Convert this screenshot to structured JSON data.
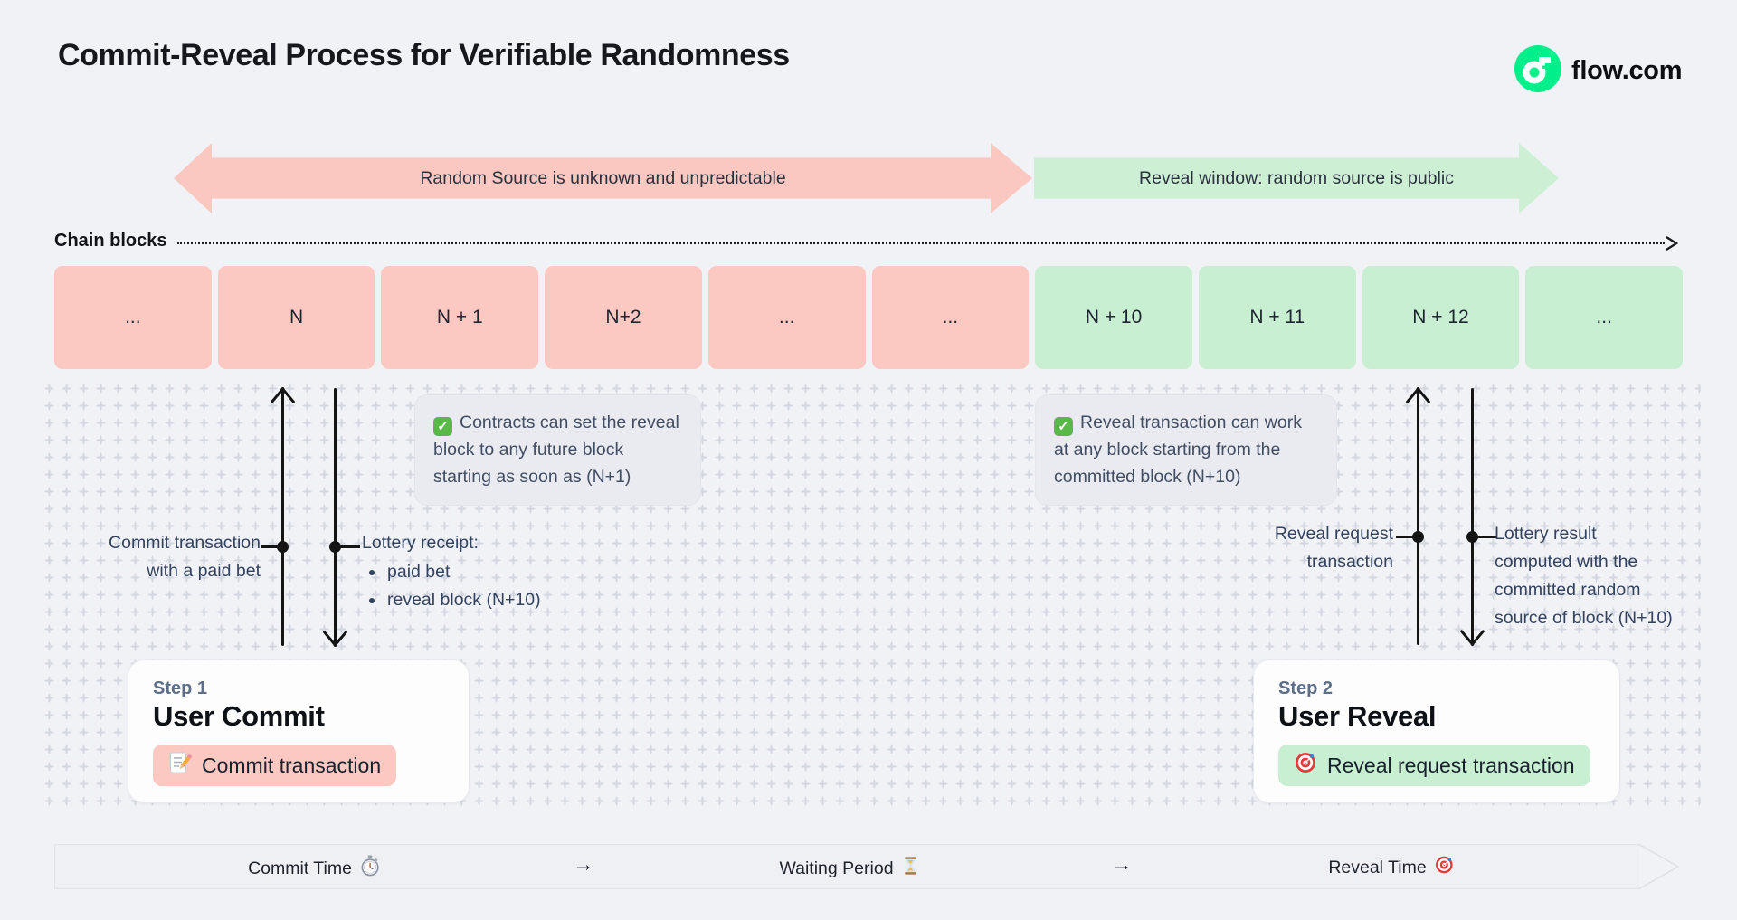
{
  "header": {
    "title": "Commit-Reveal Process for Verifiable Randomness",
    "brand": "flow.com"
  },
  "colors": {
    "brand_green": "#00ef8b",
    "commit_pink": "#fcc8c2",
    "reveal_green": "#c9efd2",
    "background": "#f1f2f6"
  },
  "bands": {
    "commit": {
      "label": "Random Source is unknown and unpredictable"
    },
    "reveal": {
      "label": "Reveal window: random source is public"
    }
  },
  "chain": {
    "label": "Chain blocks",
    "blocks": [
      {
        "label": "...",
        "phase": "commit"
      },
      {
        "label": "N",
        "phase": "commit"
      },
      {
        "label": "N + 1",
        "phase": "commit"
      },
      {
        "label": "N+2",
        "phase": "commit"
      },
      {
        "label": "...",
        "phase": "commit"
      },
      {
        "label": "...",
        "phase": "commit"
      },
      {
        "label": "N + 10",
        "phase": "reveal"
      },
      {
        "label": "N + 11",
        "phase": "reveal"
      },
      {
        "label": "N + 12",
        "phase": "reveal"
      },
      {
        "label": "...",
        "phase": "reveal"
      }
    ]
  },
  "notes": {
    "commit": {
      "icon": "check-icon",
      "text": "Contracts can set the reveal block to any future block starting as soon as (N+1)"
    },
    "reveal": {
      "icon": "check-icon",
      "text": "Reveal transaction can work at any block starting from the committed block (N+10)"
    }
  },
  "annotations": {
    "commit_tx": {
      "lines": [
        "Commit transaction",
        "with a paid bet"
      ]
    },
    "receipt": {
      "title": "Lottery receipt:",
      "bullets": [
        "paid bet",
        "reveal block (N+10)"
      ]
    },
    "reveal_req": {
      "lines": [
        "Reveal request",
        "transaction"
      ]
    },
    "result": {
      "lines": [
        "Lottery result",
        "computed with the",
        "committed random",
        "source of block (N+10)"
      ]
    }
  },
  "steps": [
    {
      "eyebrow": "Step 1",
      "title": "User Commit",
      "action": "Commit transaction",
      "icon": "memo-icon"
    },
    {
      "eyebrow": "Step 2",
      "title": "User Reveal",
      "action": "Reveal request transaction",
      "icon": "target-icon"
    }
  ],
  "timeline": {
    "items": [
      {
        "label": "Commit Time",
        "icon": "stopwatch-icon"
      },
      {
        "label": "→",
        "icon": null
      },
      {
        "label": "Waiting Period",
        "icon": "hourglass-icon"
      },
      {
        "label": "→",
        "icon": null
      },
      {
        "label": "Reveal Time",
        "icon": "target-icon"
      }
    ]
  }
}
